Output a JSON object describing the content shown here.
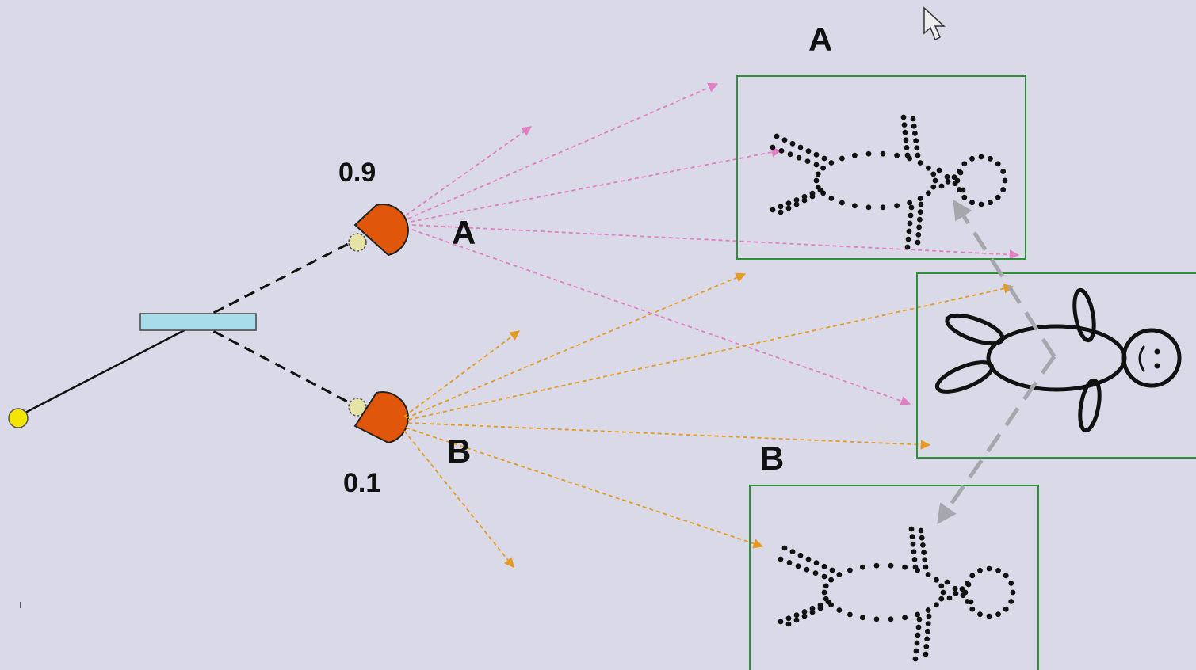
{
  "labels": {
    "detector_top_prob": "0.9",
    "detector_bottom_prob": "0.1",
    "path_top": "A",
    "path_bottom": "B",
    "screen_top": "A",
    "screen_bottom": "B"
  },
  "colors": {
    "background": "#d9d9e8",
    "detector": "#e0560a",
    "beamsplitter": "#a8dcea",
    "source": "#f2e600",
    "ray_a": "#e27fc3",
    "ray_b": "#e69a22",
    "frame": "#2f8f3a",
    "dashed_arrow": "#a6a6ad"
  },
  "icons": [
    "light-source-icon",
    "beam-splitter-icon",
    "detector-icon",
    "dotted-figure-icon",
    "stick-figure-icon",
    "mouse-cursor-icon"
  ]
}
